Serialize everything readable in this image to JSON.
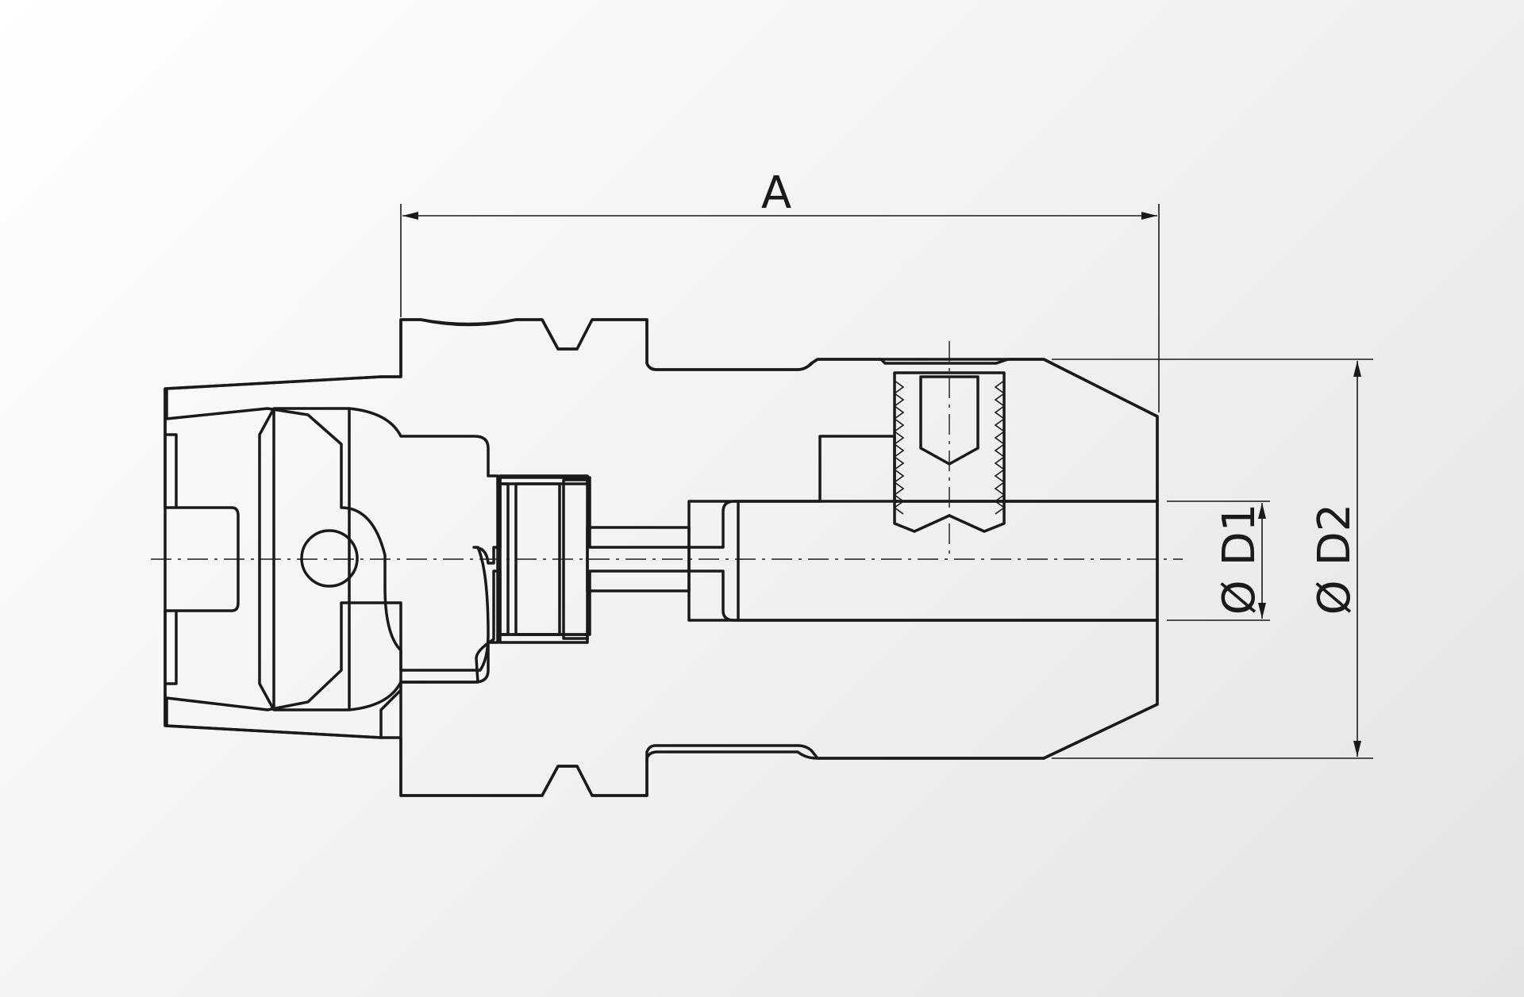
{
  "drawing": {
    "dimensions": {
      "length_label": "A",
      "bore_label": "Ø D1",
      "outer_label": "Ø D2"
    },
    "colors": {
      "line": "#1a1a1a",
      "section_fill": "#ffffff",
      "hatch": "#2a2a2a"
    }
  }
}
